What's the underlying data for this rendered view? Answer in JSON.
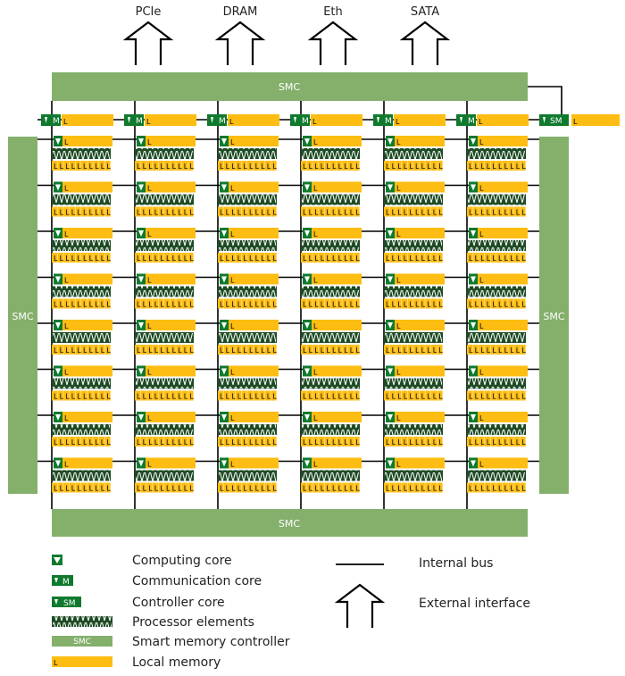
{
  "interfaces": [
    {
      "label": "PCIe"
    },
    {
      "label": "DRAM"
    },
    {
      "label": "Eth"
    },
    {
      "label": "SATA"
    }
  ],
  "smc_label": "SMC",
  "core_letters": {
    "communication": "M",
    "controller": "SM",
    "local_memory": "L"
  },
  "grid": {
    "columns": 6,
    "rows": 8,
    "local_memory_cells_per_row": 10
  },
  "legend": {
    "computing_core": "Computing core",
    "communication_core": "Communication core",
    "controller_core": "Controller core",
    "processor_elements": "Processor elements",
    "smart_memory_controller": "Smart memory controller",
    "local_memory": "Local memory",
    "internal_bus": "Internal bus",
    "external_interface": "External interface"
  },
  "colors": {
    "smc": "#84b06c",
    "core_green": "#0f7a2e",
    "pe_dark": "#1e4b24",
    "memory_yellow": "#fdbd12",
    "bus": "#000000",
    "text": "#222222",
    "smc_text": "#ffffff"
  }
}
